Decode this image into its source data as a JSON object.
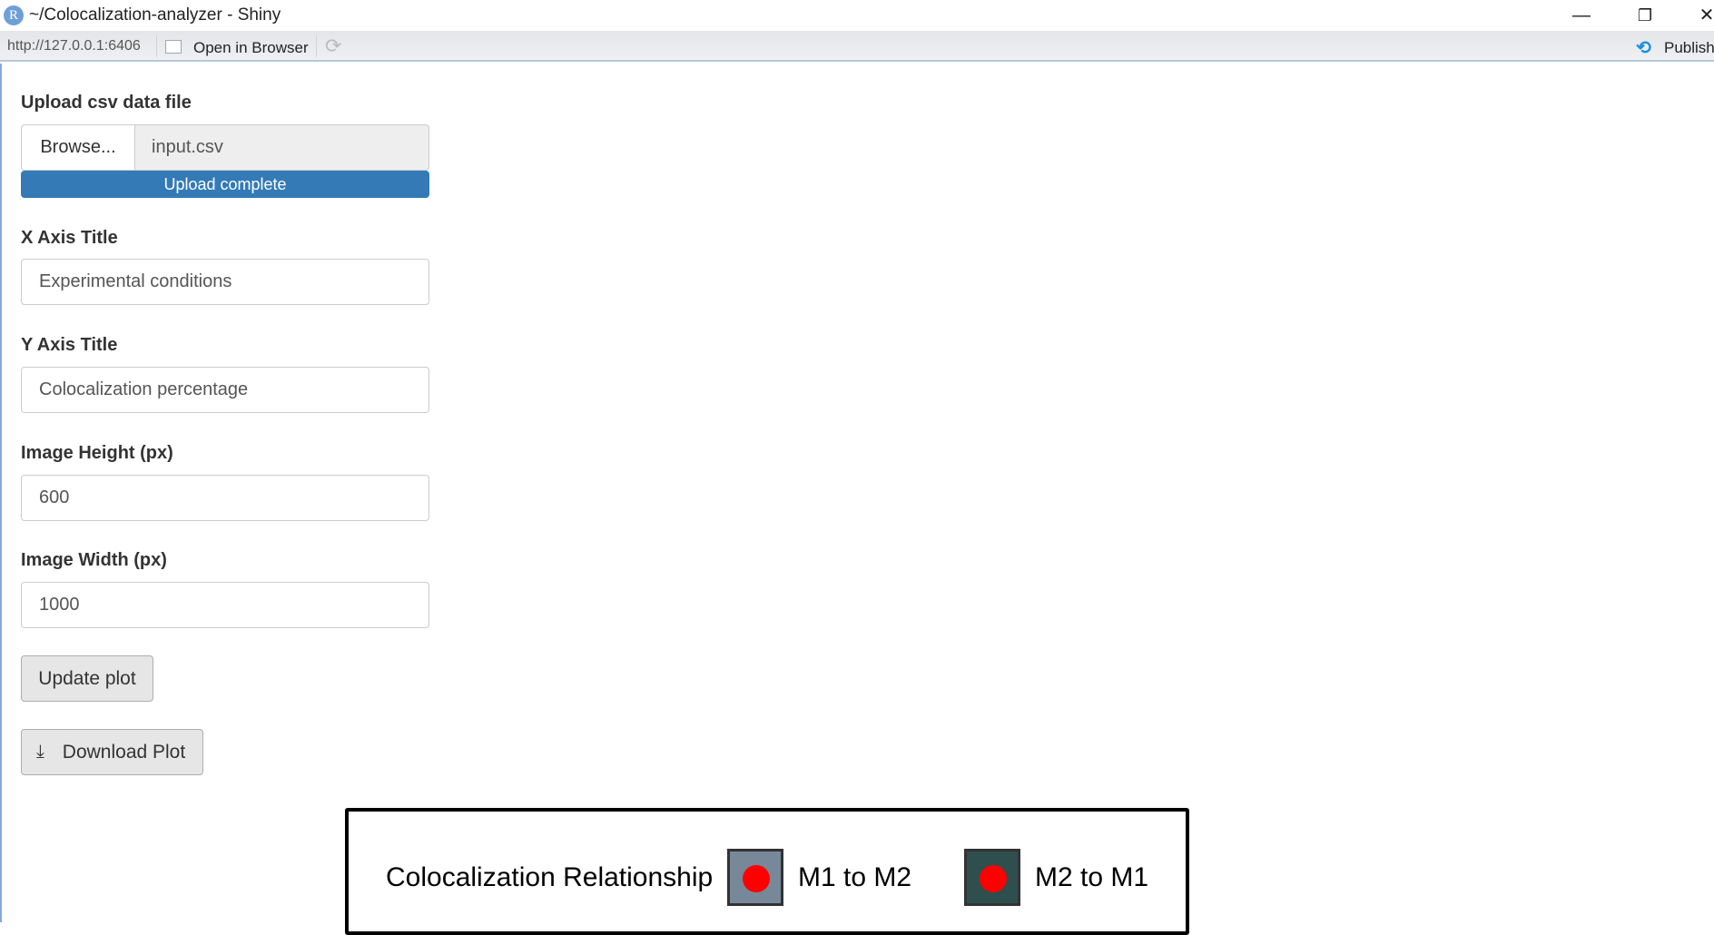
{
  "window": {
    "title": "~/Colocalization-analyzer - Shiny",
    "logo": "R",
    "minimize": "—",
    "restore": "❐",
    "close": "✕"
  },
  "toolbar": {
    "url": "http://127.0.0.1:6406",
    "open_in_browser": "Open in Browser",
    "refresh_icon": "⟳",
    "publish": "Publish",
    "publish_icon": "⟲"
  },
  "form": {
    "upload": {
      "label": "Upload csv data file",
      "browse": "Browse...",
      "filename": "input.csv",
      "progress_text": "Upload complete",
      "progress": 100
    },
    "x_axis": {
      "label": "X Axis Title",
      "value": "Experimental conditions"
    },
    "y_axis": {
      "label": "Y Axis Title",
      "value": "Colocalization percentage"
    },
    "height": {
      "label": "Image Height (px)",
      "value": "600"
    },
    "width": {
      "label": "Image Width (px)",
      "value": "1000"
    },
    "update_button": "Update plot",
    "download_button": "Download Plot"
  },
  "plot": {
    "legend_title": "Colocalization Relationship",
    "legend": [
      {
        "label": "M1 to M2",
        "fill": "#778899",
        "point": "#ff0000"
      },
      {
        "label": "M2 to M1",
        "fill": "#2f4f4f",
        "point": "#ff0000"
      }
    ]
  }
}
